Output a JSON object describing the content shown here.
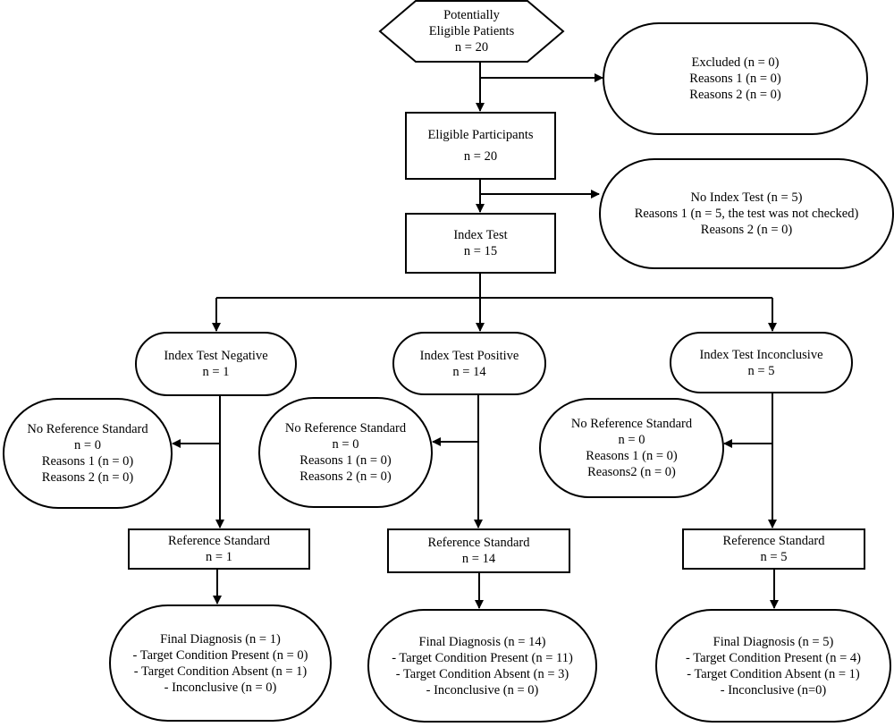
{
  "start": {
    "line1": "Potentially",
    "line2": "Eligible Patients",
    "line3": "n = 20"
  },
  "excluded": {
    "line1": "Excluded (n = 0)",
    "line2": "Reasons 1 (n = 0)",
    "line3": "Reasons 2 (n = 0)"
  },
  "eligible": {
    "line1": "Eligible Participants",
    "line2": "n = 20"
  },
  "no_index": {
    "line1": "No Index Test (n = 5)",
    "line2": "Reasons 1 (n = 5, the test was not checked)",
    "line3": "Reasons 2 (n = 0)"
  },
  "index_test": {
    "line1": "Index Test",
    "line2": "n = 15"
  },
  "branches": {
    "negative": {
      "result": {
        "line1": "Index Test Negative",
        "line2": "n = 1"
      },
      "no_ref": {
        "line1": "No Reference Standard",
        "line2": "n = 0",
        "line3": "Reasons 1 (n = 0)",
        "line4": "Reasons 2 (n = 0)"
      },
      "ref": {
        "line1": "Reference Standard",
        "line2": "n = 1"
      },
      "final": {
        "line1": "Final Diagnosis (n = 1)",
        "line2": "- Target Condition Present (n = 0)",
        "line3": "- Target Condition Absent (n = 1)",
        "line4": "- Inconclusive (n = 0)"
      }
    },
    "positive": {
      "result": {
        "line1": "Index Test Positive",
        "line2": "n = 14"
      },
      "no_ref": {
        "line1": "No Reference Standard",
        "line2": "n = 0",
        "line3": "Reasons 1 (n = 0)",
        "line4": "Reasons 2 (n = 0)"
      },
      "ref": {
        "line1": "Reference Standard",
        "line2": "n = 14"
      },
      "final": {
        "line1": "Final Diagnosis (n = 14)",
        "line2": "- Target Condition Present (n = 11)",
        "line3": "- Target Condition Absent (n = 3)",
        "line4": "- Inconclusive (n = 0)"
      }
    },
    "inconclusive": {
      "result": {
        "line1": "Index Test Inconclusive",
        "line2": "n = 5"
      },
      "no_ref": {
        "line1": "No Reference Standard",
        "line2": "n = 0",
        "line3": "Reasons 1 (n = 0)",
        "line4": "Reasons2 (n = 0)"
      },
      "ref": {
        "line1": "Reference Standard",
        "line2": "n = 5"
      },
      "final": {
        "line1": "Final Diagnosis (n = 5)",
        "line2": "- Target Condition Present (n = 4)",
        "line3": "- Target Condition Absent (n = 1)",
        "line4": "- Inconclusive (n=0)"
      }
    }
  }
}
